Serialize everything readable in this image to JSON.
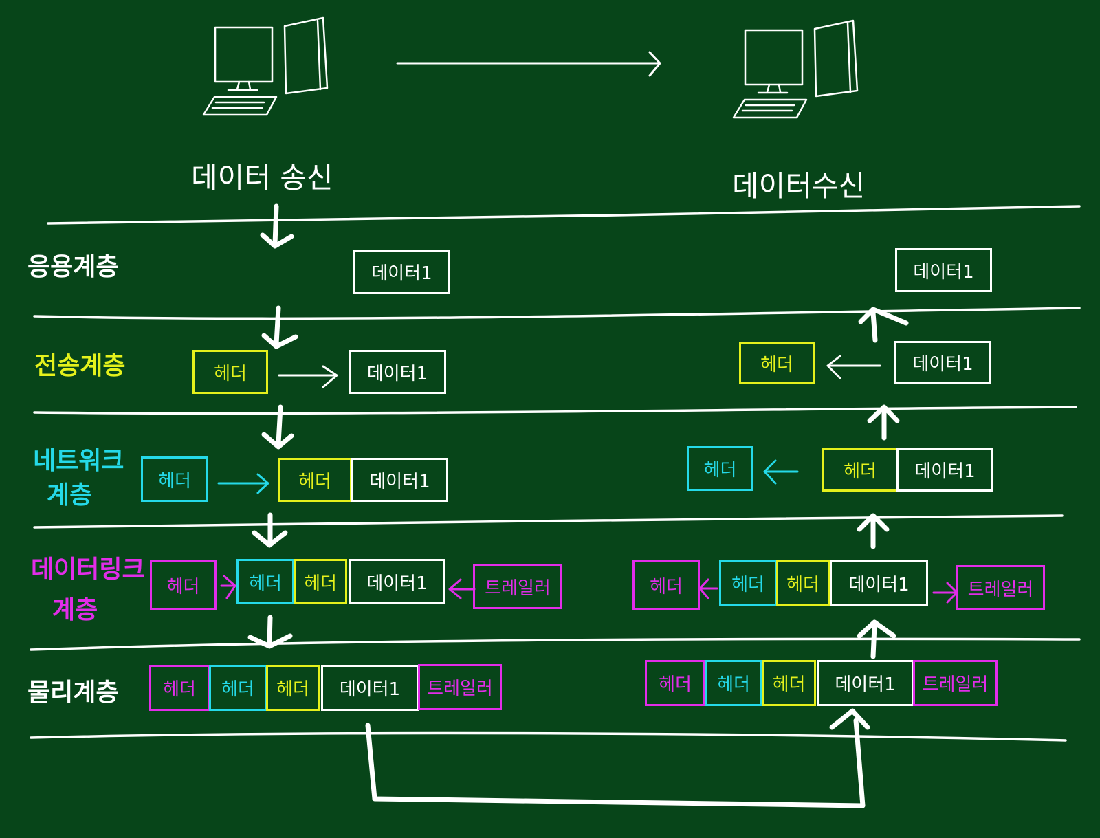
{
  "colors": {
    "background": "#074519",
    "chalk": "#ffffff",
    "transport": "#e4f11c",
    "network": "#25d9e8",
    "datalink": "#e12de8"
  },
  "icons": [
    "computer-icon",
    "computer-icon"
  ],
  "titles": {
    "sender": "데이터 송신",
    "receiver": "데이터수신"
  },
  "layers": {
    "application": "응용계층",
    "transport": "전송계층",
    "network": [
      "네트워크",
      "계층"
    ],
    "datalink": [
      "데이터링크",
      "계층"
    ],
    "physical": "물리계층"
  },
  "labels": {
    "header": "헤더",
    "data": "데이터1",
    "trailer": "트레일러"
  }
}
